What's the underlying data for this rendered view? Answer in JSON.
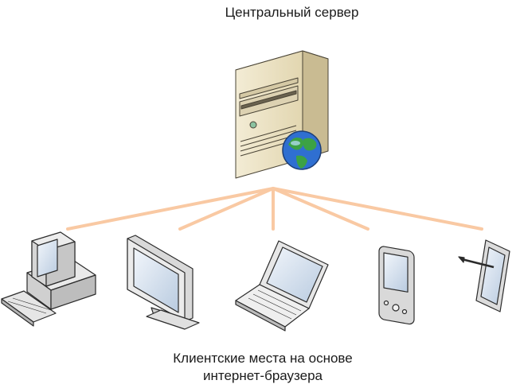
{
  "server": {
    "title": "Центральный сервер"
  },
  "clients": {
    "caption_line1": "Клиентские места на основе",
    "caption_line2": "интернет-браузера"
  },
  "colors": {
    "connection": "#f9c9a3",
    "server_body": "#efe5c7",
    "screen": "#d8e4f2",
    "device": "#e4e4e4",
    "outline": "#2b2b2b"
  },
  "icons": [
    "server-icon",
    "globe-icon",
    "desktop-computer-icon",
    "monitor-icon",
    "laptop-icon",
    "pda-icon",
    "tablet-icon"
  ]
}
